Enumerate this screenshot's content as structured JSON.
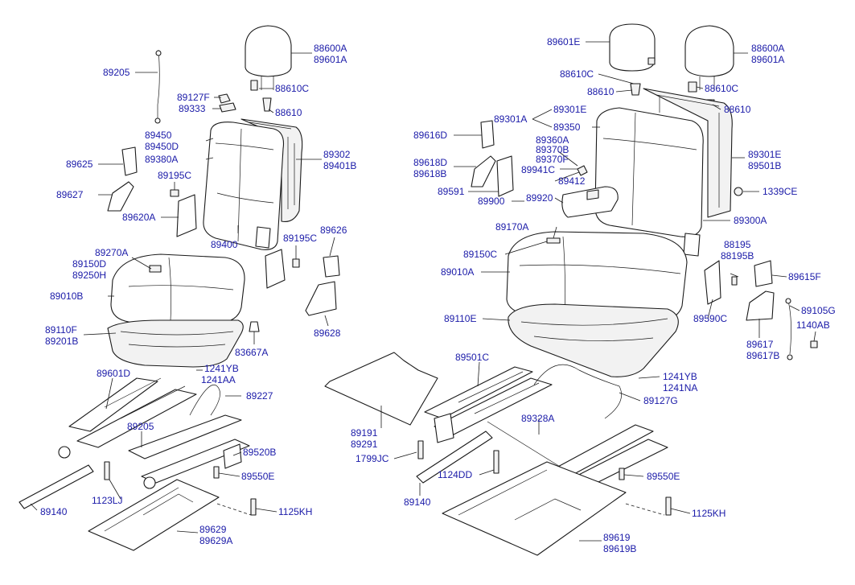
{
  "diagram": {
    "labels": {
      "l_88600a_a": "88600A",
      "l_89601a_a": "89601A",
      "l_89205_top": "89205",
      "l_88610c_a": "88610C",
      "l_89127f": "89127F",
      "l_89333": "89333",
      "l_88610_a": "88610",
      "l_89450": "89450",
      "l_89450d": "89450D",
      "l_89380a": "89380A",
      "l_89302": "89302",
      "l_89401b": "89401B",
      "l_89625": "89625",
      "l_89195c_a": "89195C",
      "l_89627": "89627",
      "l_89620a": "89620A",
      "l_89400": "89400",
      "l_89195c_b": "89195C",
      "l_89626": "89626",
      "l_89270a": "89270A",
      "l_89150d": "89150D",
      "l_89250h": "89250H",
      "l_89010b": "89010B",
      "l_89628": "89628",
      "l_89110f": "89110F",
      "l_89201b": "89201B",
      "l_83667a": "83667A",
      "l_89601d": "89601D",
      "l_1241yb_a": "1241YB",
      "l_1241aa": "1241AA",
      "l_89227": "89227",
      "l_89205_bot": "89205",
      "l_89520b": "89520B",
      "l_89550e_a": "89550E",
      "l_1123lj": "1123LJ",
      "l_89140_a": "89140",
      "l_1125kh_a": "1125KH",
      "l_89629": "89629",
      "l_89629a": "89629A",
      "l_89601e": "89601E",
      "l_88600a_b": "88600A",
      "l_89601a_b": "89601A",
      "l_88610c_b": "88610C",
      "l_88610_b": "88610",
      "l_88610c_c": "88610C",
      "l_88610_c": "88610",
      "l_89301a": "89301A",
      "l_89301e_a": "89301E",
      "l_89350": "89350",
      "l_89616d": "89616D",
      "l_89360a": "89360A",
      "l_89370b": "89370B",
      "l_89370f": "89370F",
      "l_89301e_b": "89301E",
      "l_89501b": "89501B",
      "l_89618d": "89618D",
      "l_89618b": "89618B",
      "l_89941c": "89941C",
      "l_89412": "89412",
      "l_89591": "89591",
      "l_1339ce": "1339CE",
      "l_89900": "89900",
      "l_89920": "89920",
      "l_89300a": "89300A",
      "l_89170a": "89170A",
      "l_88195": "88195",
      "l_88195b": "88195B",
      "l_89150c": "89150C",
      "l_89010a": "89010A",
      "l_89615f": "89615F",
      "l_89105g": "89105G",
      "l_89590c": "89590C",
      "l_1140ab": "1140AB",
      "l_89110e": "89110E",
      "l_89617": "89617",
      "l_89617b": "89617B",
      "l_89501c": "89501C",
      "l_1241yb_b": "1241YB",
      "l_1241na": "1241NA",
      "l_89127g": "89127G",
      "l_89191": "89191",
      "l_89291": "89291",
      "l_89328a": "89328A",
      "l_1799jc": "1799JC",
      "l_1124dd": "1124DD",
      "l_89550e_b": "89550E",
      "l_89140_b": "89140",
      "l_1125kh_b": "1125KH",
      "l_89619": "89619",
      "l_89619b": "89619B"
    }
  }
}
